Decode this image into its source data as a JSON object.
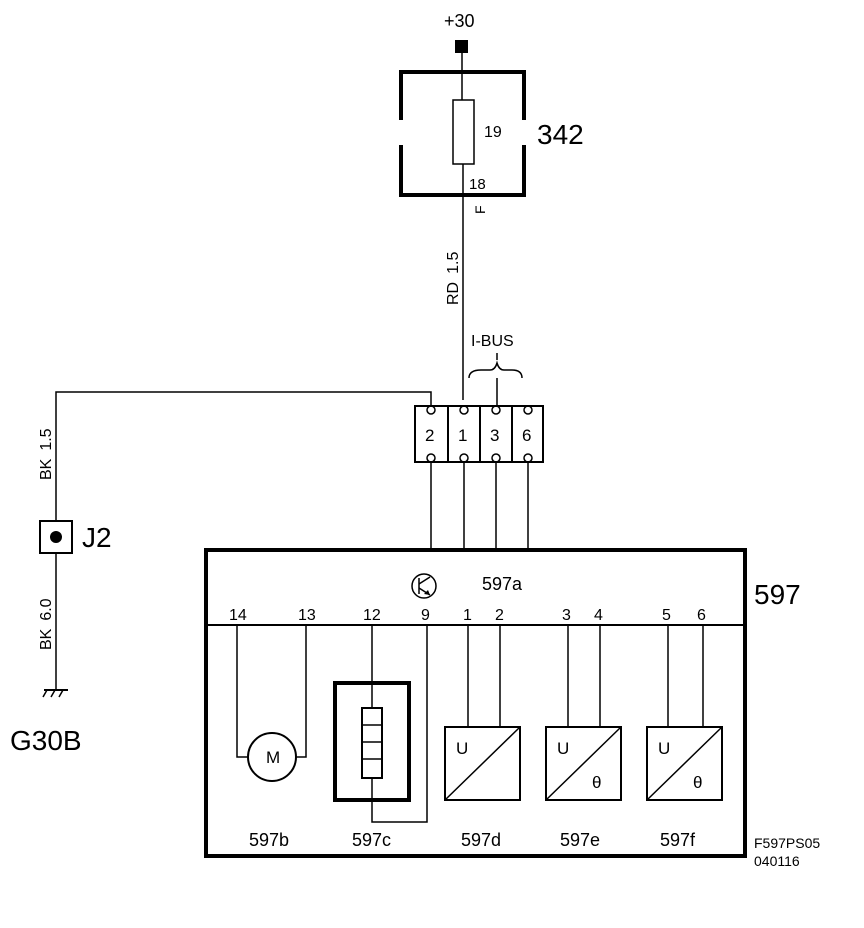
{
  "supply": {
    "label": "+30"
  },
  "fuse_box": {
    "id": "342",
    "fuse": "19",
    "out_pin": "18",
    "out_tag": "F"
  },
  "wire_supply": {
    "color": "RD",
    "size": "1.5"
  },
  "bus": {
    "label": "I-BUS"
  },
  "connector": {
    "pins": [
      "2",
      "1",
      "3",
      "6"
    ]
  },
  "ground_wire": {
    "upper_color": "BK",
    "upper_size": "1.5",
    "lower_color": "BK",
    "lower_size": "6.0"
  },
  "junction": {
    "label": "J2"
  },
  "ground": {
    "label": "G30B"
  },
  "module": {
    "id": "597",
    "main_id": "597a",
    "pins": [
      "14",
      "13",
      "12",
      "9",
      "1",
      "2",
      "3",
      "4",
      "5",
      "6"
    ],
    "motor_symbol": "M",
    "converter_u": "U",
    "converter_theta": "θ",
    "sub_ids": [
      "597b",
      "597c",
      "597d",
      "597e",
      "597f"
    ]
  },
  "footer": {
    "code": "F597PS05",
    "date": "040116"
  }
}
